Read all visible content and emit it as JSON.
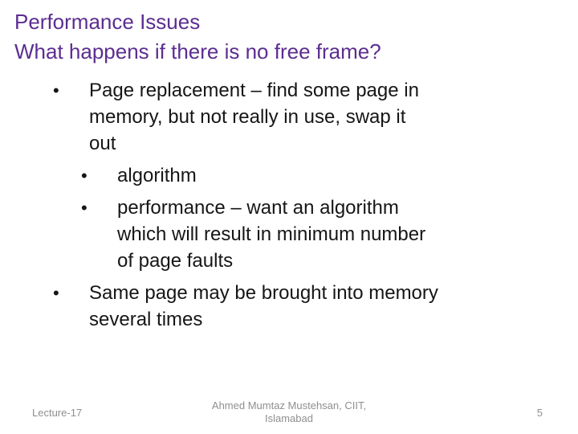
{
  "slide": {
    "title_lines": [
      "Performance Issues",
      "What happens if there is no free frame?"
    ],
    "bullet_char": "•",
    "bullets": [
      {
        "level": 1,
        "lines": [
          "Page replacement – find some page in",
          "memory, but not really in use, swap it",
          "out"
        ]
      },
      {
        "level": 2,
        "lines": [
          "algorithm"
        ]
      },
      {
        "level": 2,
        "lines": [
          "performance – want an algorithm",
          "which will result in minimum number",
          "of page faults"
        ]
      },
      {
        "level": 1,
        "lines": [
          "Same page may be brought into memory",
          "several times"
        ]
      }
    ],
    "footer": {
      "left": "Lecture-17",
      "center_lines": [
        "Ahmed Mumtaz Mustehsan, CIIT,",
        "Islamabad"
      ],
      "page_number": "5"
    }
  },
  "colors": {
    "title": "#5c2d91",
    "body_text": "#161616",
    "footer_text": "#8f8f8f",
    "background": "#ffffff"
  }
}
